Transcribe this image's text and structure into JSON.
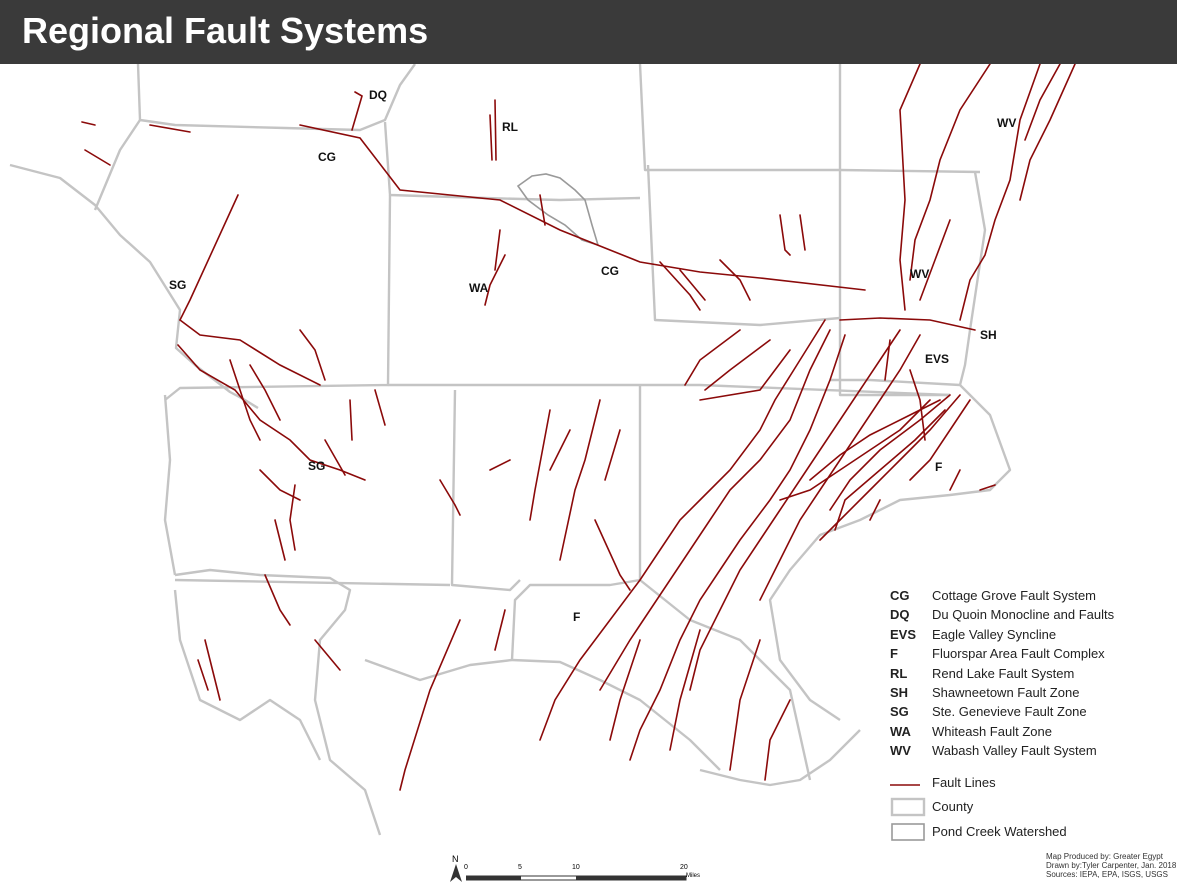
{
  "header": {
    "title": "Regional Fault Systems"
  },
  "map_labels": {
    "dq": "DQ",
    "rl": "RL",
    "cg1": "CG",
    "cg2": "CG",
    "wa": "WA",
    "sg1": "SG",
    "sg2": "SG",
    "wv1": "WV",
    "wv2": "WV",
    "sh": "SH",
    "evs": "EVS",
    "f1": "F",
    "f2": "F"
  },
  "legend": {
    "items": [
      {
        "abbr": "CG",
        "desc": "Cottage Grove Fault System"
      },
      {
        "abbr": "DQ",
        "desc": "Du Quoin Monocline and Faults"
      },
      {
        "abbr": "EVS",
        "desc": "Eagle Valley Syncline"
      },
      {
        "abbr": "F",
        "desc": "Fluorspar Area Fault Complex"
      },
      {
        "abbr": "RL",
        "desc": "Rend Lake Fault System"
      },
      {
        "abbr": "SH",
        "desc": "Shawneetown Fault Zone"
      },
      {
        "abbr": "SG",
        "desc": "Ste. Genevieve Fault Zone"
      },
      {
        "abbr": "WA",
        "desc": "Whiteash Fault Zone"
      },
      {
        "abbr": "WV",
        "desc": "Wabash Valley Fault System"
      }
    ],
    "fault_lines": "Fault Lines",
    "county": "County",
    "watershed": "Pond Creek Watershed"
  },
  "scale": {
    "north": "N",
    "t0": "0",
    "t1": "5",
    "t2": "10",
    "t3": "20",
    "unit": "Miles"
  },
  "credits": {
    "line1": "Map Produced by: Greater Egypt",
    "line2": "Drawn by:Tyler Carpenter, Jan. 2018",
    "line3": "Sources: IEPA, EPA, ISGS, USGS"
  },
  "colors": {
    "fault": "#8b0a0a",
    "county": "#c4c4c4",
    "watershed": "#9a9a9a",
    "header": "#3a3a3a"
  }
}
